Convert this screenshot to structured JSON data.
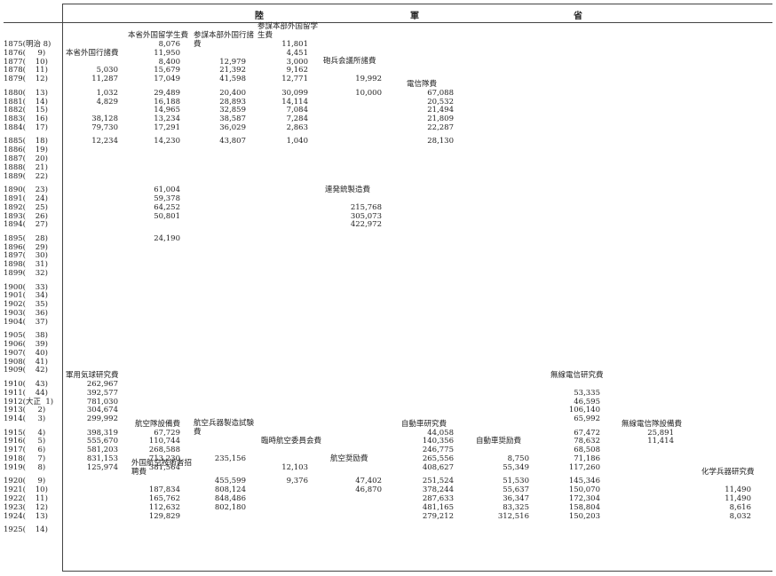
{
  "headers": {
    "army": "陸",
    "navy": "軍",
    "ministry": "省"
  },
  "years": [
    "1875(明治 8)",
    "1876(     9)",
    "1877(    10)",
    "1878(    11)",
    "1879(    12)",
    "1880(    13)",
    "1881(    14)",
    "1882(    15)",
    "1883(    16)",
    "1884(    17)",
    "1885(    18)",
    "1886(    19)",
    "1887(    20)",
    "1888(    21)",
    "1889(    22)",
    "1890(    23)",
    "1891(    24)",
    "1892(    25)",
    "1893(    26)",
    "1894(    27)",
    "1895(    28)",
    "1896(    29)",
    "1897(    30)",
    "1898(    31)",
    "1899(    32)",
    "1900(    33)",
    "1901(    34)",
    "1902(    35)",
    "1903(    36)",
    "1904(    37)",
    "1905(    38)",
    "1906(    39)",
    "1907(    40)",
    "1908(    41)",
    "1909(    42)",
    "1910(    43)",
    "1911(    44)",
    "1912(大正  1)",
    "1913(     2)",
    "1914(     3)",
    "1915(     4)",
    "1916(     5)",
    "1917(     6)",
    "1918(     7)",
    "1919(     8)",
    "1920(     9)",
    "1921(    10)",
    "1922(    11)",
    "1923(    12)",
    "1924(    13)",
    "1925(    14)"
  ],
  "columns": [
    {
      "label": "本省外国行諸費",
      "label_row": 2,
      "values": [
        [
          3,
          "5,030"
        ],
        [
          4,
          "11,287"
        ],
        [
          5,
          "1,032"
        ],
        [
          6,
          "4,829"
        ],
        [
          8,
          "38,128"
        ],
        [
          9,
          "79,730"
        ],
        [
          10,
          "12,234"
        ]
      ]
    },
    {
      "label": "軍用気球研究費",
      "label_row": 35,
      "values": [
        [
          35,
          "262,967"
        ],
        [
          36,
          "392,577"
        ],
        [
          37,
          "781,030"
        ],
        [
          38,
          "304,674"
        ],
        [
          39,
          "299,992"
        ],
        [
          40,
          "398,319"
        ],
        [
          41,
          "555,670"
        ],
        [
          42,
          "581,203"
        ],
        [
          43,
          "831,153"
        ],
        [
          44,
          "125,974"
        ]
      ]
    },
    {
      "label": "本省外国留学生費",
      "label_row": 0,
      "values": [
        [
          0,
          "8,076"
        ],
        [
          1,
          "11,950"
        ],
        [
          2,
          "8,400"
        ],
        [
          3,
          "15,679"
        ],
        [
          4,
          "17,049"
        ],
        [
          5,
          "29,489"
        ],
        [
          6,
          "16,188"
        ],
        [
          7,
          "14,965"
        ],
        [
          8,
          "13,234"
        ],
        [
          9,
          "17,291"
        ],
        [
          10,
          "14,230"
        ],
        [
          15,
          "61,004"
        ],
        [
          16,
          "59,378"
        ],
        [
          17,
          "64,252"
        ],
        [
          18,
          "50,801"
        ],
        [
          20,
          "24,190"
        ]
      ]
    },
    {
      "label": "航空隊設備費",
      "label_row": 40,
      "values": [
        [
          40,
          "67,729"
        ],
        [
          41,
          "110,744"
        ],
        [
          42,
          "268,588"
        ],
        [
          43,
          "713,230"
        ],
        [
          44,
          "381,564"
        ]
      ]
    },
    {
      "label": "外国航空技術者招聘費",
      "label_row": 45,
      "values": [
        [
          46,
          "187,834"
        ],
        [
          47,
          "165,762"
        ],
        [
          48,
          "112,632"
        ],
        [
          49,
          "129,829"
        ]
      ]
    },
    {
      "label": "参謀本部外国行諸費",
      "label_row": 1,
      "values": [
        [
          2,
          "12,979"
        ],
        [
          3,
          "21,392"
        ],
        [
          4,
          "41,598"
        ],
        [
          5,
          "20,400"
        ],
        [
          6,
          "28,893"
        ],
        [
          7,
          "32,859"
        ],
        [
          8,
          "38,587"
        ],
        [
          9,
          "36,029"
        ],
        [
          10,
          "43,807"
        ]
      ]
    },
    {
      "label": "航空兵器製造試験費",
      "label_row": 41,
      "values": [
        [
          43,
          "235,156"
        ],
        [
          45,
          "455,599"
        ],
        [
          46,
          "808,124"
        ],
        [
          47,
          "848,486"
        ],
        [
          48,
          "802,180"
        ]
      ]
    },
    {
      "label": "参謀本部外国留学生費",
      "label_row": 0,
      "values": [
        [
          0,
          "11,801"
        ],
        [
          1,
          "4,451"
        ],
        [
          2,
          "3,000"
        ],
        [
          3,
          "9,162"
        ],
        [
          4,
          "12,771"
        ],
        [
          5,
          "30,099"
        ],
        [
          6,
          "14,114"
        ],
        [
          7,
          "7,084"
        ],
        [
          8,
          "7,284"
        ],
        [
          9,
          "2,863"
        ],
        [
          10,
          "1,040"
        ]
      ]
    },
    {
      "label": "臨時航空委員会費",
      "label_row": 42,
      "values": [
        [
          44,
          "12,103"
        ],
        [
          45,
          "9,376"
        ]
      ]
    },
    {
      "label": "砲兵会議所諸費",
      "label_row": 3,
      "values": [
        [
          4,
          "19,992"
        ],
        [
          5,
          "10,000"
        ]
      ]
    },
    {
      "label": "連発銃製造費",
      "label_row": 16,
      "values": [
        [
          17,
          "215,768"
        ],
        [
          18,
          "305,073"
        ],
        [
          19,
          "422,972"
        ]
      ]
    },
    {
      "label": "航空奨励費",
      "label_row": 44,
      "values": [
        [
          45,
          "47,402"
        ],
        [
          46,
          "46,870"
        ]
      ]
    },
    {
      "label": "電信隊費",
      "label_row": 5,
      "values": [
        [
          5,
          "67,088"
        ],
        [
          6,
          "20,532"
        ],
        [
          7,
          "21,494"
        ],
        [
          8,
          "21,809"
        ],
        [
          9,
          "22,287"
        ],
        [
          10,
          "28,130"
        ]
      ]
    },
    {
      "label": "自動車研究費",
      "label_row": 40,
      "values": [
        [
          40,
          "44,058"
        ],
        [
          41,
          "140,356"
        ],
        [
          42,
          "246,775"
        ],
        [
          43,
          "265,556"
        ],
        [
          44,
          "408,627"
        ],
        [
          45,
          "251,524"
        ],
        [
          46,
          "378,244"
        ],
        [
          47,
          "287,633"
        ],
        [
          48,
          "481,165"
        ],
        [
          49,
          "279,212"
        ]
      ]
    },
    {
      "label": "自動車奨励費",
      "label_row": 42,
      "values": [
        [
          43,
          "8,750"
        ],
        [
          44,
          "55,349"
        ],
        [
          45,
          "51,530"
        ],
        [
          46,
          "55,637"
        ],
        [
          47,
          "36,347"
        ],
        [
          48,
          "83,325"
        ],
        [
          49,
          "312,516"
        ]
      ]
    },
    {
      "label": "無線電信研究費",
      "label_row": 35,
      "values": [
        [
          36,
          "53,335"
        ],
        [
          37,
          "46,595"
        ],
        [
          38,
          "106,140"
        ],
        [
          39,
          "65,992"
        ],
        [
          40,
          "67,472"
        ],
        [
          41,
          "78,632"
        ],
        [
          42,
          "68,508"
        ],
        [
          43,
          "71,186"
        ],
        [
          44,
          "117,260"
        ],
        [
          45,
          "145,346"
        ],
        [
          46,
          "150,070"
        ],
        [
          47,
          "172,304"
        ],
        [
          48,
          "158,804"
        ],
        [
          49,
          "150,203"
        ]
      ]
    },
    {
      "label": "無線電信隊設備費",
      "label_row": 40,
      "values": [
        [
          40,
          "25,891"
        ],
        [
          41,
          "11,414"
        ]
      ]
    },
    {
      "label": "化学兵器研究費",
      "label_row": 45,
      "values": [
        [
          46,
          "11,490"
        ],
        [
          47,
          "11,490"
        ],
        [
          48,
          "8,616"
        ],
        [
          49,
          "8,032"
        ]
      ]
    }
  ]
}
